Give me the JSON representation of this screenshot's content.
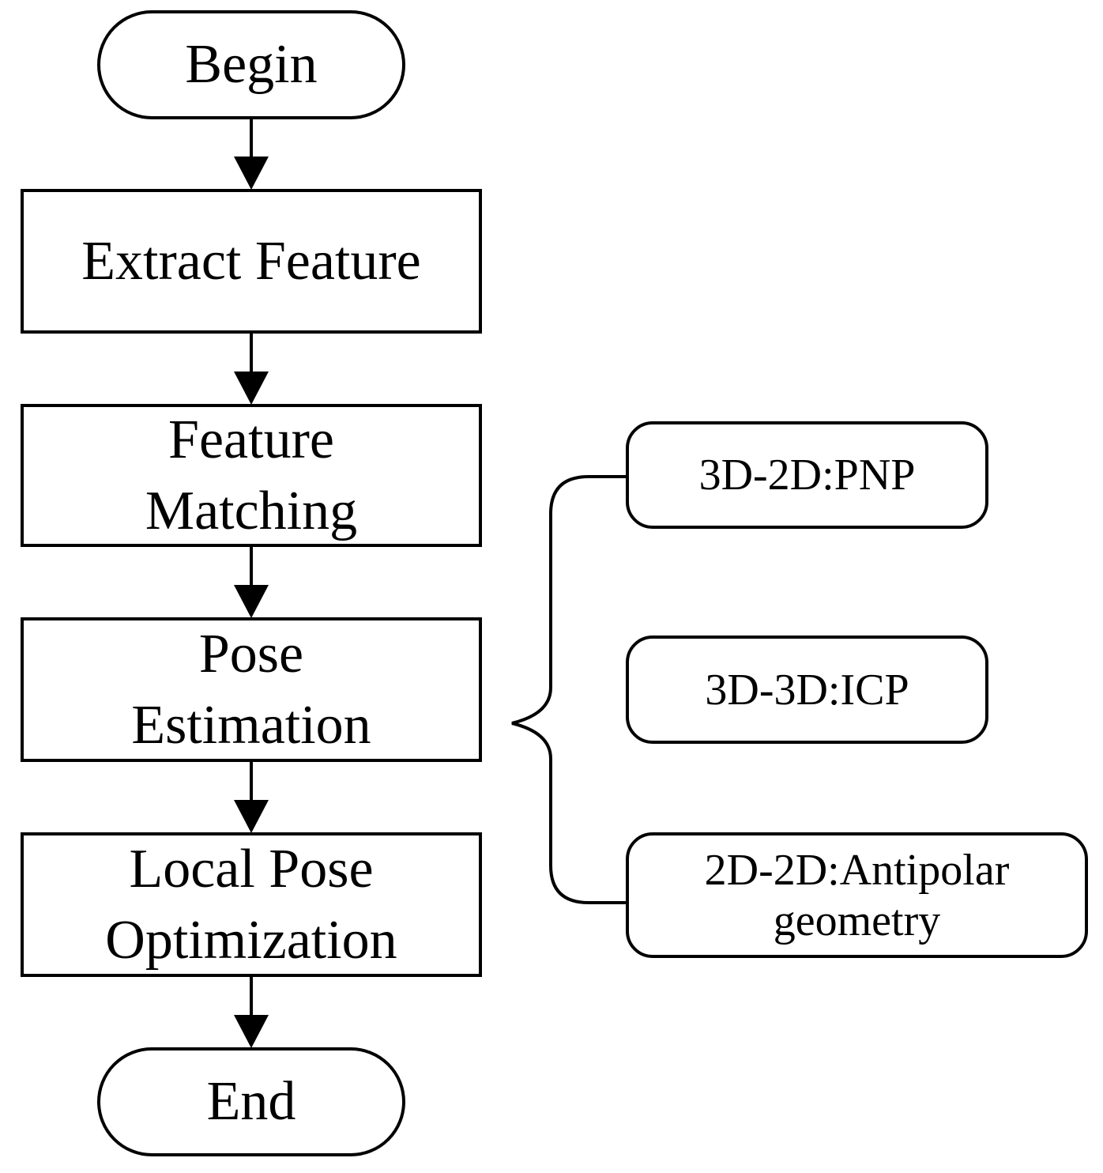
{
  "flow": {
    "begin": "Begin",
    "extract_feature": "Extract Feature",
    "feature_matching": [
      "Feature",
      "Matching"
    ],
    "pose_estimation": [
      "Pose",
      "Estimation"
    ],
    "local_pose_optimization": [
      "Local Pose",
      "Optimization"
    ],
    "end": "End"
  },
  "methods": {
    "pnp": "3D-2D:PNP",
    "icp": "3D-3D:ICP",
    "antipolar": [
      "2D-2D:Antipolar",
      "geometry"
    ]
  }
}
